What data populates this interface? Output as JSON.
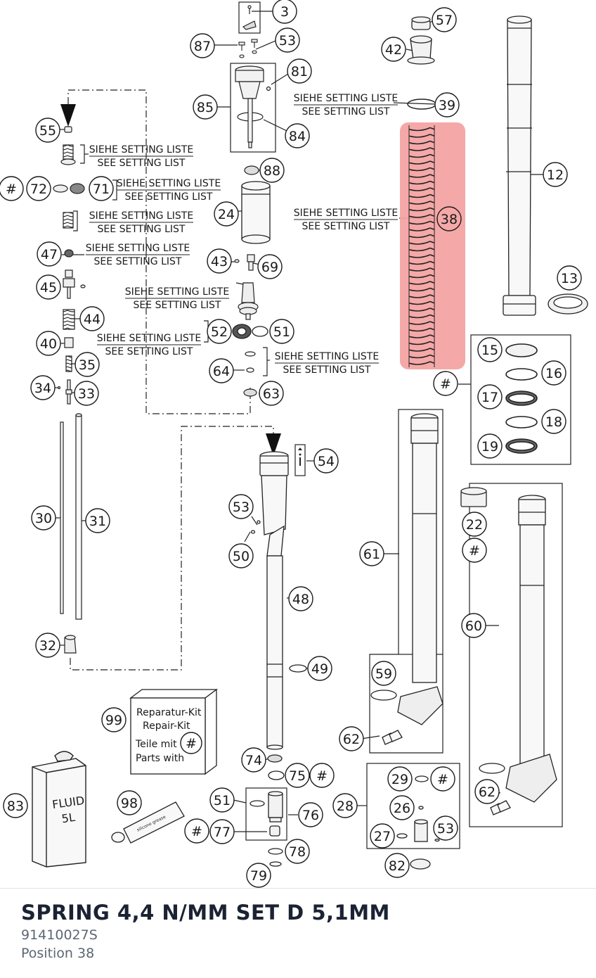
{
  "part": {
    "title": "SPRING 4,4 N/MM SET D 5,1MM",
    "number": "91410027S",
    "position": "Position 38"
  },
  "highlight_callout": "38",
  "setting_note": {
    "de": "SIEHE SETTING LISTE",
    "en": "SEE SETTING LIST"
  },
  "repair_kit": {
    "de": "Reparatur-Kit",
    "en": "Repair-Kit",
    "parts_de": "Teile mit",
    "parts_en": "Parts with",
    "symbol": "#"
  },
  "fluid_can": {
    "label1": "FLUID",
    "label2": "5L"
  },
  "tube_label": "silicone grease",
  "callouts": [
    "3",
    "87",
    "53",
    "81",
    "85",
    "84",
    "57",
    "42",
    "39",
    "12",
    "88",
    "24",
    "38",
    "13",
    "55",
    "72",
    "71",
    "47",
    "45",
    "43",
    "69",
    "44",
    "40",
    "35",
    "34",
    "33",
    "52",
    "51",
    "64",
    "63",
    "15",
    "16",
    "17",
    "18",
    "19",
    "54",
    "53",
    "50",
    "48",
    "30",
    "31",
    "32",
    "49",
    "22",
    "61",
    "60",
    "59",
    "62",
    "99",
    "74",
    "75",
    "83",
    "98",
    "51",
    "76",
    "77",
    "78",
    "79",
    "28",
    "29",
    "26",
    "27",
    "53",
    "82",
    "62",
    "#",
    "#",
    "#",
    "#",
    "#",
    "#",
    "#"
  ]
}
